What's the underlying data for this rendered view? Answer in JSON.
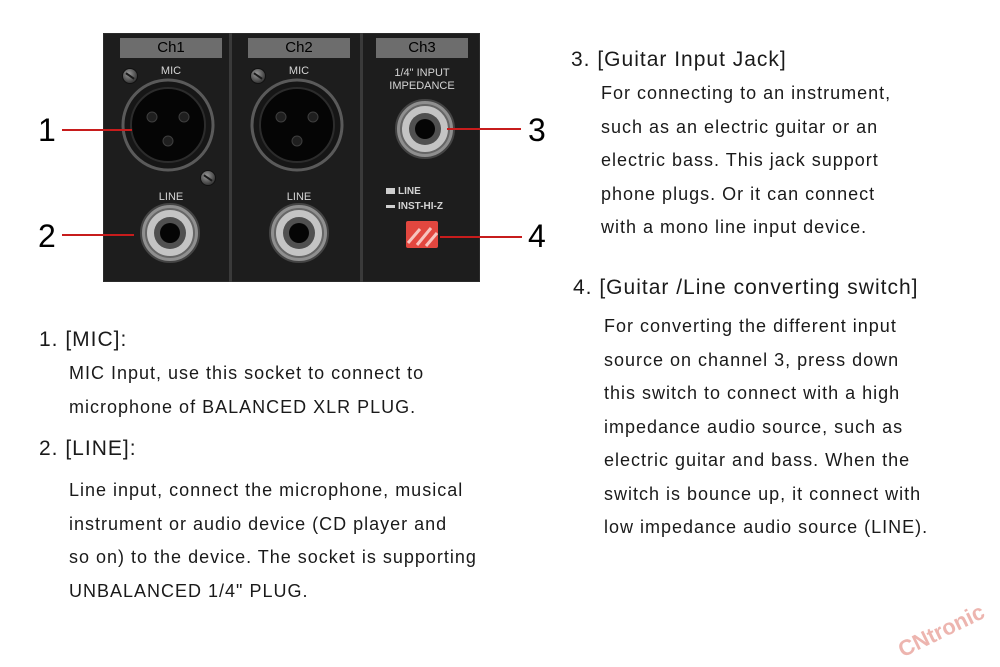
{
  "panel": {
    "channels": [
      {
        "label": "Ch1",
        "top_text": "MIC",
        "bottom_text": "LINE"
      },
      {
        "label": "Ch2",
        "top_text": "MIC",
        "bottom_text": "LINE"
      },
      {
        "label": "Ch3",
        "top_text_line1": "1/4\" INPUT",
        "top_text_line2": "IMPEDANCE",
        "switch_line_label": "LINE",
        "switch_inst_label": "INST-HI-Z"
      }
    ]
  },
  "callouts": [
    "1",
    "2",
    "3",
    "4"
  ],
  "sections": {
    "mic": {
      "title": "1. [MIC]:",
      "lines": [
        "MIC Input, use this socket to connect to",
        "microphone of BALANCED XLR PLUG."
      ]
    },
    "line": {
      "title": "2. [LINE]:",
      "lines": [
        "Line input, connect the microphone, musical",
        "instrument or audio device (CD player and",
        "so on) to the device. The socket is supporting",
        "UNBALANCED 1/4\" PLUG."
      ]
    },
    "guitar_jack": {
      "title": "3. [Guitar Input Jack]",
      "lines": [
        "For connecting to an instrument,",
        "such as an electric guitar or an",
        "electric bass. This jack support",
        "phone plugs. Or it can connect",
        "with a mono line input device."
      ]
    },
    "switch": {
      "title": "4. [Guitar /Line converting switch]",
      "lines": [
        "For converting the different input",
        "source on channel 3, press down",
        "this switch to connect with a high",
        "impedance audio source, such as",
        "electric guitar and bass. When the",
        "switch is bounce up, it connect with",
        "low impedance audio source (LINE)."
      ]
    }
  },
  "watermark": "CNtronic",
  "colors": {
    "leader": "#c71c1c",
    "switch": "#e2473f",
    "panel": "#1d1d1d"
  }
}
